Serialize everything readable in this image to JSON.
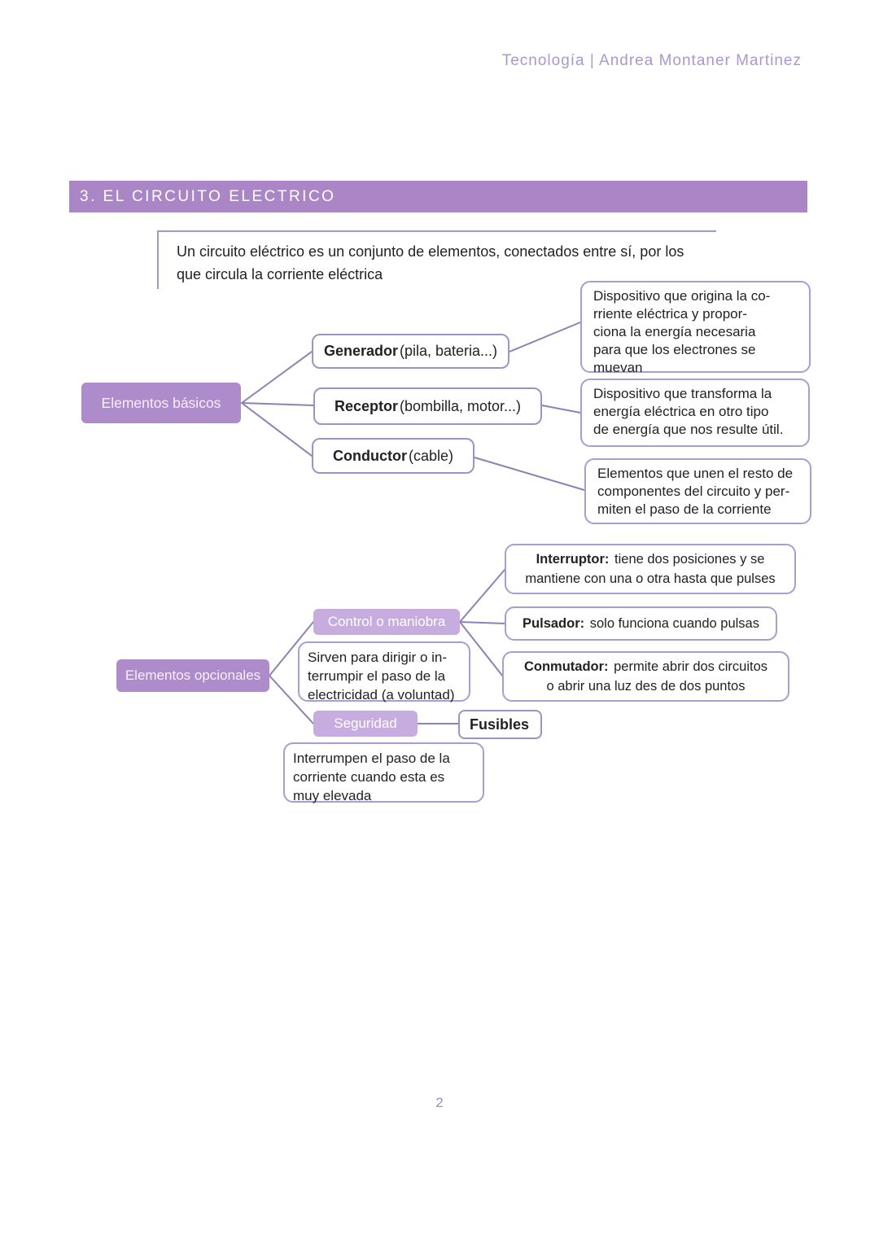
{
  "header": {
    "title": "Tecnología | Andrea Montaner Martinez"
  },
  "section": {
    "title": "3. EL CIRCUITO ELECTRICO",
    "intro": "Un circuito eléctrico es un conjunto de elementos, conectados entre sí, por los\nque circula la corriente eléctrica"
  },
  "diagram_basicos": {
    "root_label": "Elementos básicos",
    "generador": {
      "term": "Generador",
      "detail": "(pila, bateria...)"
    },
    "receptor": {
      "term": "Receptor",
      "detail": "(bombilla, motor...)"
    },
    "conductor": {
      "term": "Conductor",
      "detail": "(cable)"
    },
    "generador_desc": "Dispositivo que origina la co-\nrriente eléctrica y propor-\nciona la energía necesaria\npara que los electrones se\nmuevan",
    "receptor_desc": "Dispositivo que transforma la\nenergía eléctrica en otro tipo\nde energía que nos resulte útil.",
    "conductor_desc": "Elementos que unen el resto de\ncomponentes del circuito y per-\nmiten el paso de la corriente"
  },
  "diagram_opcionales": {
    "root_label": "Elementos opcionales",
    "control_label": "Control o maniobra",
    "control_desc": "Sirven para dirigir o in-\nterrumpir el paso de la\nelectricidad (a voluntad)",
    "interruptor": {
      "term": "Interruptor:",
      "detail": "tiene dos posiciones y se\nmantiene con una o otra hasta que pulses"
    },
    "pulsador": {
      "term": "Pulsador:",
      "detail": "solo funciona cuando pulsas"
    },
    "conmutador": {
      "term": "Conmutador:",
      "detail": "permite abrir dos circuitos\no abrir una luz des de dos puntos"
    },
    "seguridad_label": "Seguridad",
    "fusibles_label": "Fusibles",
    "seguridad_desc": "Interrumpen el paso de la\ncorriente cuando esta es\nmuy elevada"
  },
  "footer": {
    "page_number": "2"
  },
  "colors": {
    "accent_purple": "#aa86c6",
    "root_node_fill": "#ae8bcb",
    "sub_node_fill": "#c7addf",
    "box_border": "#9d93c6",
    "connector": "#8d81b5",
    "header_text": "#ab97cf",
    "page_number": "#9f8cc0"
  }
}
